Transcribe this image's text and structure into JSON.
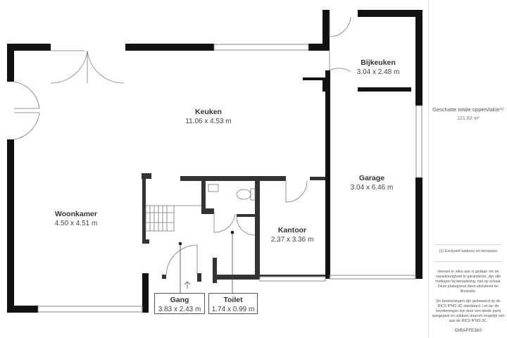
{
  "colors": {
    "wall": "#111111",
    "thin_wall": "#666666",
    "background": "#ffffff"
  },
  "rooms": {
    "keuken": {
      "name": "Keuken",
      "dims": "11.06 x 4.53 m"
    },
    "bijkeuken": {
      "name": "Bijkeuken",
      "dims": "3.04 x 2.48 m"
    },
    "garage": {
      "name": "Garage",
      "dims": "3.04 x 6.46 m"
    },
    "woonkamer": {
      "name": "Woonkamer",
      "dims": "4.50 x 4.51 m"
    },
    "kantoor": {
      "name": "Kantoor",
      "dims": "2.37 x 3.36 m"
    },
    "gang": {
      "name": "Gang",
      "dims": "3.83 x 2.43 m"
    },
    "toilet": {
      "name": "Toilet",
      "dims": "1.74 x 0.99 m"
    }
  },
  "sidebar": {
    "total_label": "Geschatte totale oppervlakte⁽¹⁾",
    "total_value": "121.83 m²",
    "footnote": "(1) Exclusief balkons en terrassen",
    "disclaimer_1": "Hoewel er alles aan is gedaan om de nauwkeurigheid te garanderen, zijn alle metingen bij benadering, niet op schaal. Deze plattegrond dient uitsluitend ter illustratie.",
    "disclaimer_2": "De berekeningen zijn gebaseerd op de RICS IPMS 3C standaard. Let op: de berekeningen zijn door een derde partij aangepast en voldoen daarom mogelijk niet aan de RICS IPMS 3C.",
    "brand": "GIRAFFE360"
  }
}
